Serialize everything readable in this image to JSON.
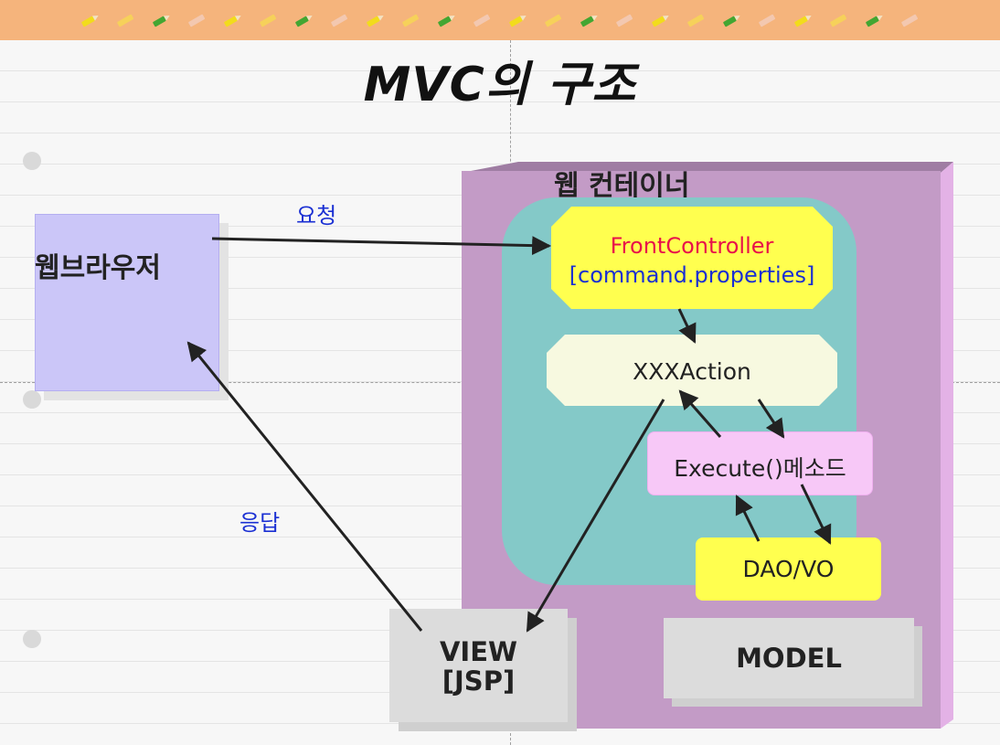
{
  "title": "MVC의 구조",
  "browser": {
    "label": "웹브라우저"
  },
  "request_label": "요청",
  "response_label": "응답",
  "container": {
    "label": "웹 컨테이너"
  },
  "front_controller": {
    "line1": "FrontController",
    "line2": "[command.properties]"
  },
  "action": {
    "label": "XXXAction"
  },
  "execute": {
    "label": "Execute()메소드"
  },
  "dao": {
    "label": "DAO/VO"
  },
  "view": {
    "line1": "VIEW",
    "line2": "[JSP]"
  },
  "model": {
    "label": "MODEL"
  },
  "colors": {
    "header_bar": "#f5b47c",
    "browser_box": "#cbc6f8",
    "container": "#c39bc6",
    "container_inner": "#84c9c8",
    "front_controller": "#ffff4f",
    "action_box": "#f7f9e0",
    "execute_box": "#f7c8f7",
    "dao_box": "#ffff4f",
    "view_model_box": "#dcdcdc",
    "label_blue": "#1a2fd3",
    "label_red": "#e8104a"
  },
  "decor_icons": [
    "pencil-icon",
    "eraser-icon"
  ]
}
